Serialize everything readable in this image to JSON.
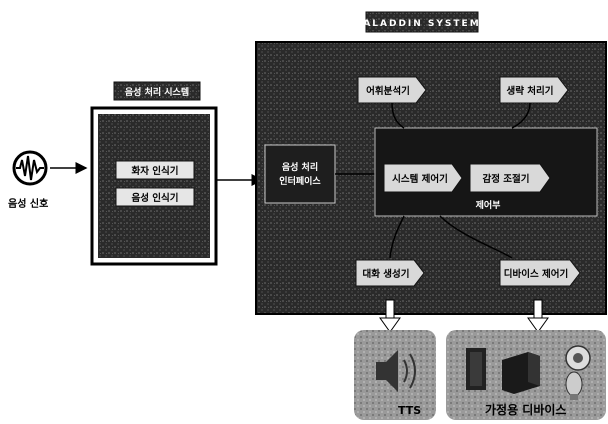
{
  "input": {
    "label": "음성 신호",
    "icon": "waveform-icon"
  },
  "speech_processing_system": {
    "title": "음성 처리 시스템",
    "modules": [
      "화자 인식기",
      "음성 인식기"
    ]
  },
  "aladdin_system": {
    "title": "ALADDIN SYSTEM",
    "interface": [
      "음성 처리",
      "인터페이스"
    ],
    "top_modules": [
      "어휘분석기",
      "생략 처리기"
    ],
    "controller": {
      "label": "제어부",
      "system_control": "시스템 제어기",
      "emotion_control": "감정 조절기"
    },
    "bottom_modules": [
      "대화 생성기",
      "디바이스 제어기"
    ]
  },
  "outputs": {
    "tts_label": "TTS",
    "devices_label": "가정용 디바이스",
    "tts_icon": "speaker-icon",
    "device_icons": [
      "door-icon",
      "appliance-box-icon",
      "lamp-icon"
    ]
  },
  "colors": {
    "panel_dark": "#1a1a1a",
    "panel_texture": "#3a3a3a",
    "module_light": "#e6e6e6",
    "arrow_light": "#d9d9d9",
    "output_bg": "#b5b5b5"
  }
}
